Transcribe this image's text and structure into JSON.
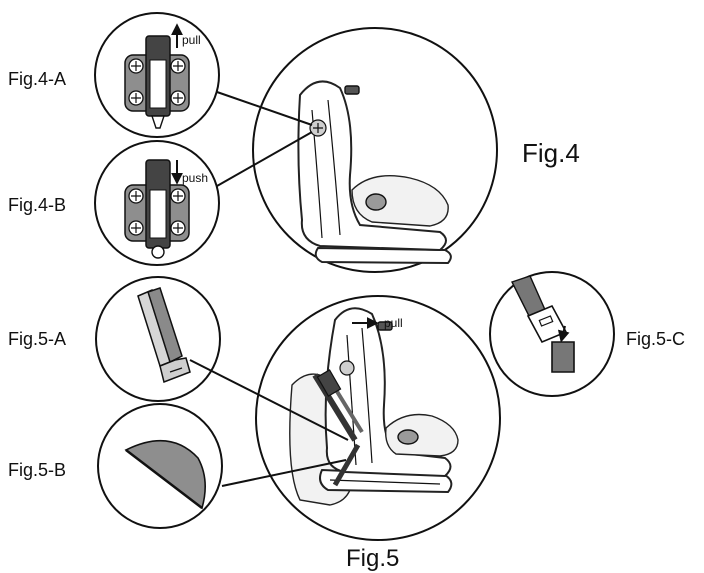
{
  "labels": {
    "fig4a": "Fig.4-A",
    "fig4b": "Fig.4-B",
    "fig4": "Fig.4",
    "fig5a": "Fig.5-A",
    "fig5b": "Fig.5-B",
    "fig5c": "Fig.5-C",
    "fig5": "Fig.5"
  },
  "annotations": {
    "pull_4a": "pull",
    "push_4b": "push",
    "pull_5": "pull"
  },
  "icons": [
    "arrow-up-icon",
    "arrow-down-icon",
    "arrow-right-icon",
    "screw-icon"
  ],
  "colors": {
    "ink": "#111111",
    "dark_gray": "#555555",
    "mid_gray": "#9a9a9a",
    "light_gray": "#cfcfcf",
    "background": "#ffffff"
  }
}
